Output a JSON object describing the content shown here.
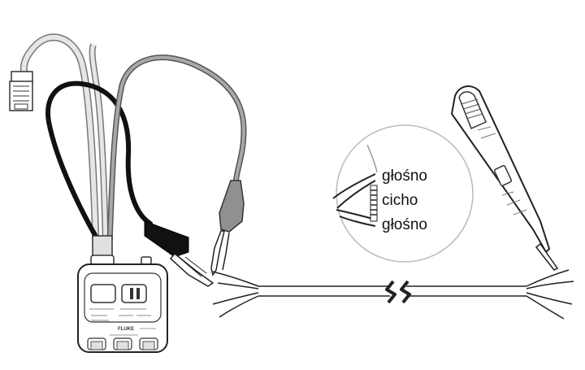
{
  "diagram": {
    "callout_labels": [
      "głośno",
      "cicho",
      "głośno"
    ],
    "device_label": "FLUKE",
    "colors": {
      "line": "#222222",
      "black_lead": "#111111",
      "gray_lead": "#8a8a8a",
      "lan_cable": "#c8c8c8",
      "clip_gray": "#909090",
      "background": "#ffffff"
    }
  }
}
